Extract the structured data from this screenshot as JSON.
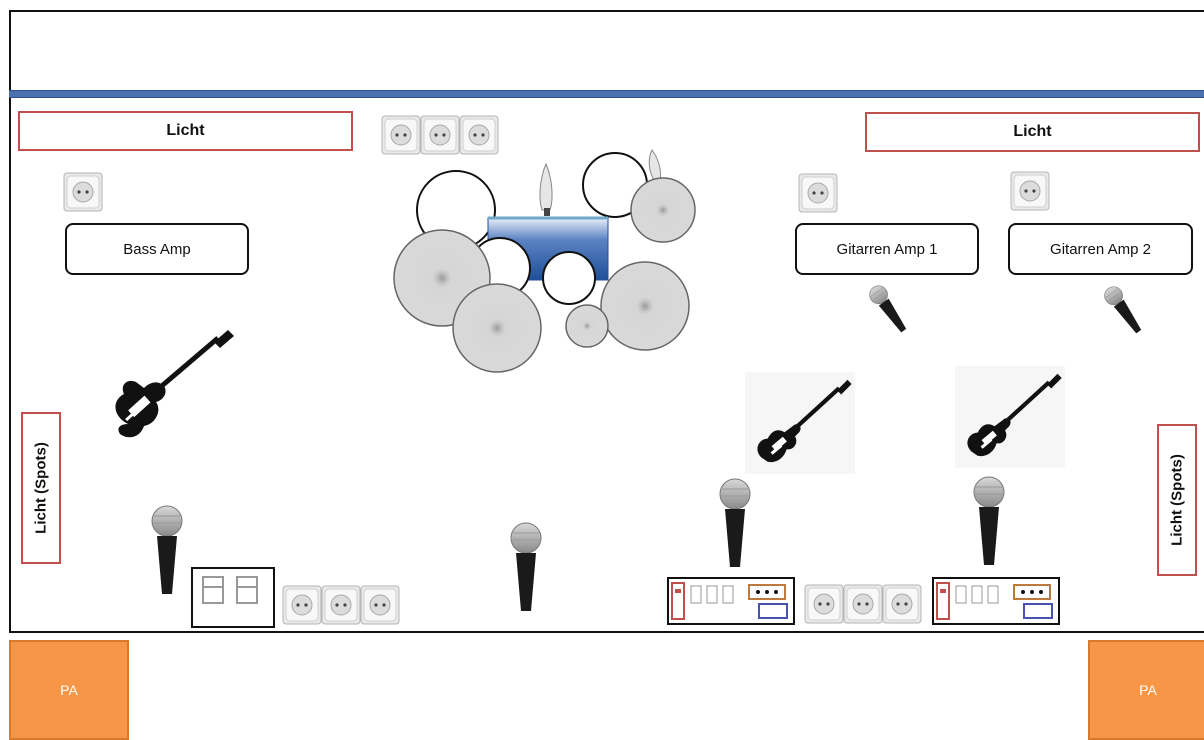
{
  "lights": {
    "top_left": "Licht",
    "top_right": "Licht",
    "spot_left": "Licht (Spots)",
    "spot_right": "Licht (Spots)"
  },
  "amps": {
    "bass": "Bass Amp",
    "guitar1": "Gitarren Amp 1",
    "guitar2": "Gitarren Amp 2"
  },
  "pa": {
    "left": "PA",
    "right": "PA"
  },
  "colors": {
    "light_border": "#c0504d",
    "backline": "#4a72b0",
    "pa_fill": "#f79646",
    "outline": "#111111"
  },
  "icons": [
    "power-socket-icon",
    "drum-kit-icon",
    "microphone-icon",
    "bass-guitar-icon",
    "electric-guitar-icon",
    "di-box-icon",
    "effects-pedalboard-icon"
  ]
}
